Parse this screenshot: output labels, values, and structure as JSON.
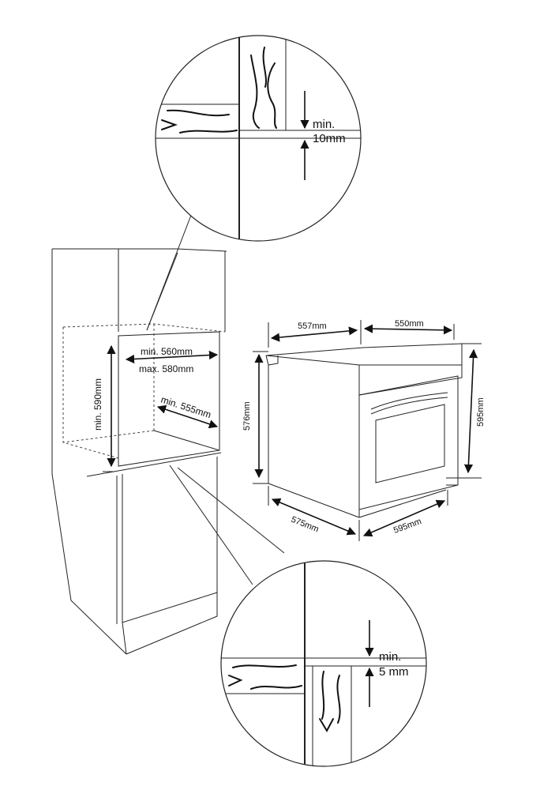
{
  "cabinet": {
    "opening_width_min": "min. 560mm",
    "opening_width_max": "max. 580mm",
    "opening_height_min": "min. 590mm",
    "opening_depth_min": "min. 555mm"
  },
  "oven": {
    "top_depth": "557mm",
    "top_width": "550mm",
    "body_height": "576mm",
    "front_height": "595mm",
    "bottom_depth": "575mm",
    "bottom_width": "595mm"
  },
  "detail_top": {
    "label_line1": "min.",
    "label_line2": "10mm"
  },
  "detail_bottom": {
    "label_line1": "min.",
    "label_line2": "5 mm"
  },
  "colors": {
    "line": "#222222",
    "background": "#ffffff"
  }
}
